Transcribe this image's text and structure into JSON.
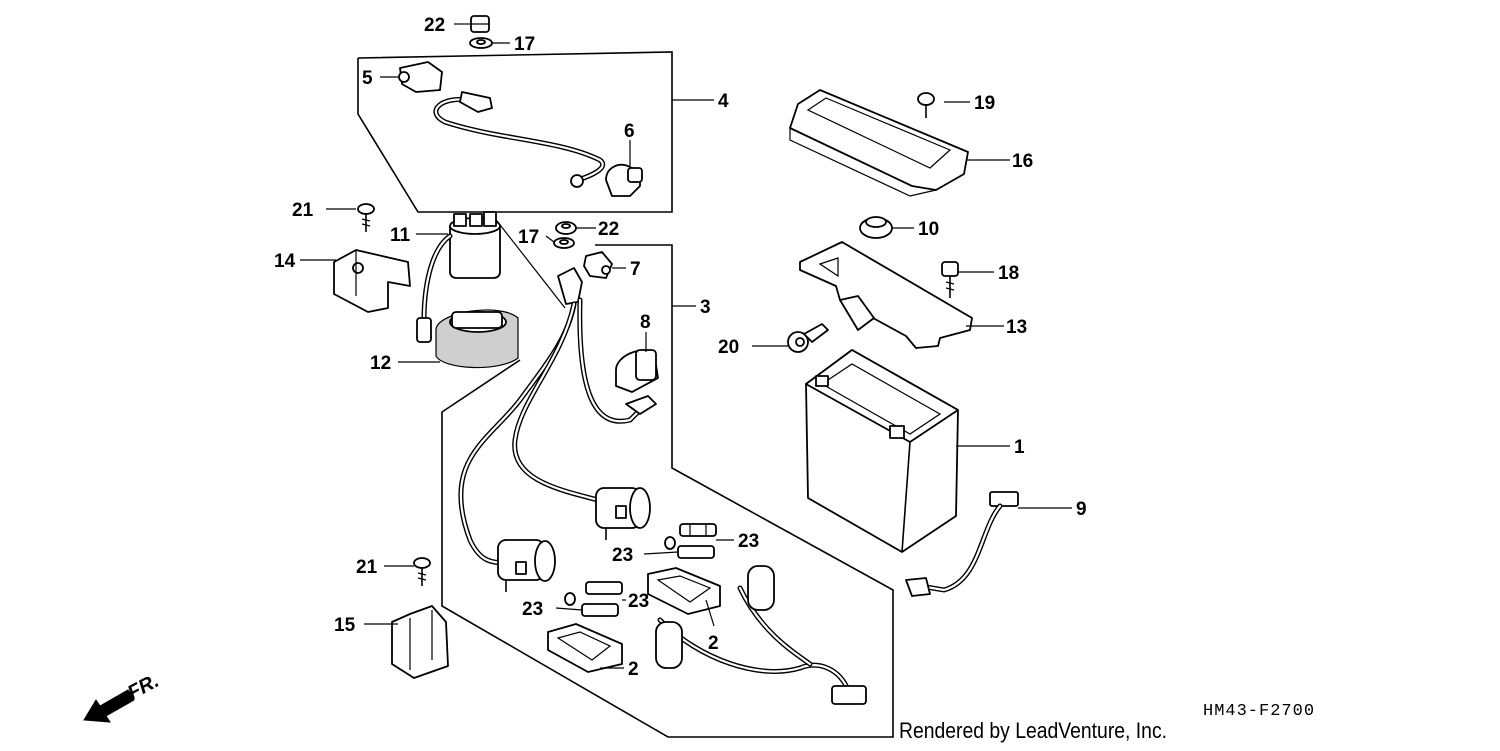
{
  "diagram": {
    "code": "HM43-F2700",
    "credit": "Rendered by LeadVenture, Inc.",
    "direction_label": "FR.",
    "callouts": {
      "c1": "1",
      "c2a": "2",
      "c2b": "2",
      "c3": "3",
      "c4": "4",
      "c5": "5",
      "c6": "6",
      "c7": "7",
      "c8": "8",
      "c9": "9",
      "c10": "10",
      "c11": "11",
      "c12": "12",
      "c13": "13",
      "c14": "14",
      "c15": "15",
      "c16": "16",
      "c17a": "17",
      "c17b": "17",
      "c18": "18",
      "c19": "19",
      "c20": "20",
      "c21a": "21",
      "c21b": "21",
      "c22a": "22",
      "c22b": "22",
      "c23a": "23",
      "c23b": "23",
      "c23c": "23",
      "c23d": "23"
    }
  }
}
